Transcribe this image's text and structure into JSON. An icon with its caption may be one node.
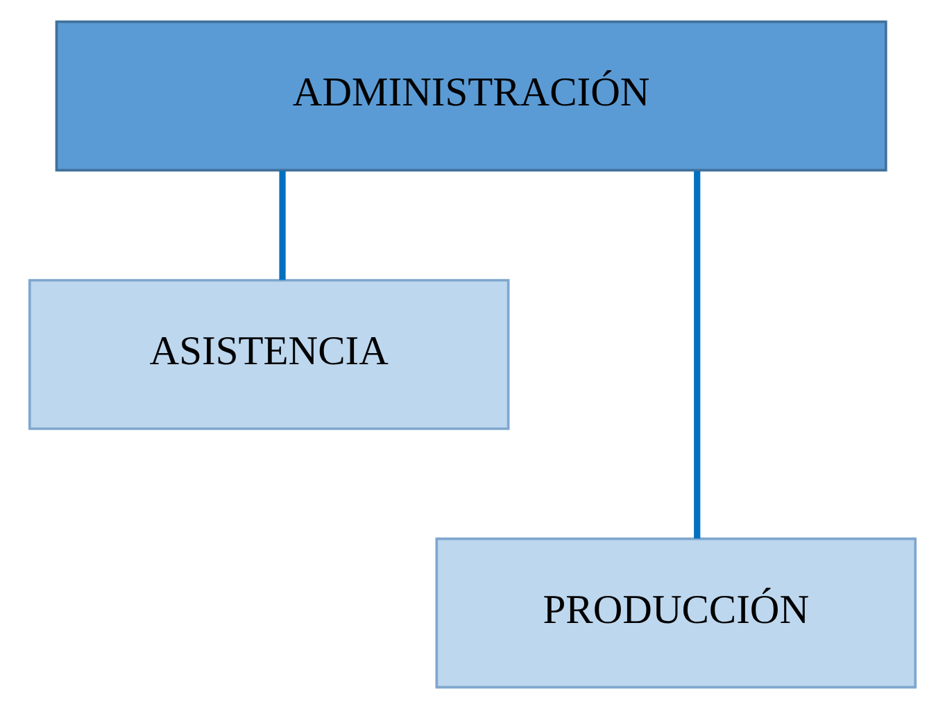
{
  "diagram": {
    "nodes": [
      {
        "text": [
          "ADMINISTRACIÓN"
        ]
      },
      {
        "text": [
          "ASISTENCIA"
        ]
      },
      {
        "text": [
          "PRODUCCIÓN"
        ]
      }
    ],
    "edges": [
      {
        "from": 0,
        "to": 1,
        "arrow": "none"
      },
      {
        "from": 0,
        "to": 2,
        "arrow": "none"
      }
    ]
  }
}
